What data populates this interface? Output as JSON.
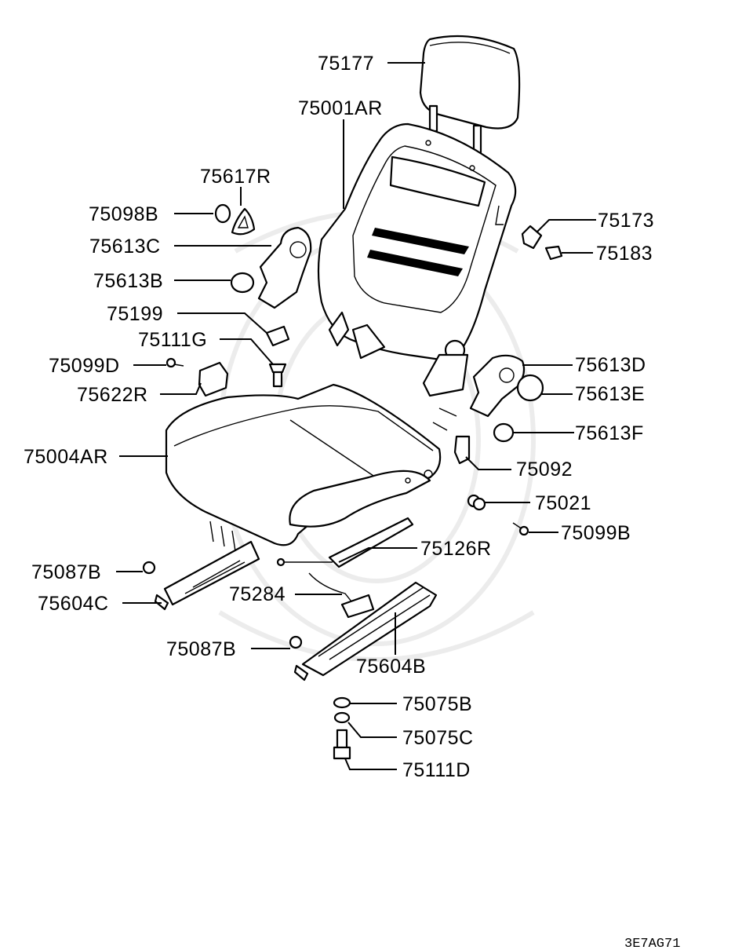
{
  "diagram": {
    "drawing_code": "3E7AG71",
    "labels": {
      "headrest": "75177",
      "seatback": "75001AR",
      "recliner_cover_inner": "75617R",
      "screw_cap": "75098B",
      "hinge_cover_c": "75613C",
      "hinge_cap_b": "75613B",
      "clip": "75199",
      "bolt_g": "75111G",
      "screw_d": "75099D",
      "knob_cover": "75622R",
      "cushion": "75004AR",
      "lever": "75173",
      "clip_183": "75183",
      "hinge_cover_d": "75613D",
      "hinge_cap_e": "75613E",
      "hinge_cap_f": "75613F",
      "bracket": "75092",
      "nut_021": "75021",
      "screw_b": "75099B",
      "side_rail_r": "75126R",
      "nut_087b_upper": "75087B",
      "slide_rail_c": "75604C",
      "wire": "75284",
      "nut_087b_lower": "75087B",
      "slide_rail_b": "75604B",
      "washer_b": "75075B",
      "washer_c": "75075C",
      "bolt_d": "75111D"
    }
  }
}
